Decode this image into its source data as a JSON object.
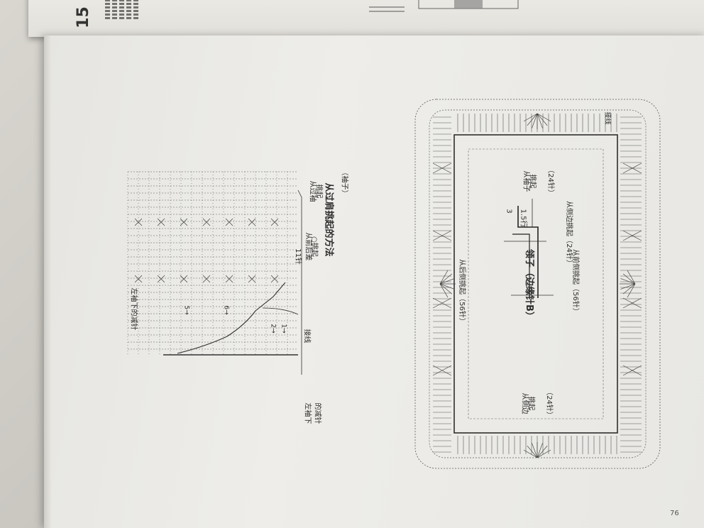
{
  "top_page": {
    "number": "15"
  },
  "sleeve": {
    "title": "左袖下的减针",
    "left_label_line1": "左袖下",
    "left_label_line2": "的减针",
    "join_label": "接线",
    "stitch_count": "11针",
    "pickup_back_line1": "从前后差",
    "pickup_back_line2": "○挑起",
    "pickup_shoulder_line1": "从过袖",
    "pickup_shoulder_line2": "挑起",
    "row_mark_a": "2→",
    "row_mark_b": "1→",
    "row_mark_c": "5→",
    "row_mark_d": "6→"
  },
  "method": {
    "title": "从过肩挑起的方法",
    "note": "（袖子）"
  },
  "collar": {
    "title": "领子（边缘针B）",
    "back_pickup": "从后侧挑起（56针）",
    "front_pickup": "从前侧挑起（56针）",
    "side_pickup_a_line1": "从侧边",
    "side_pickup_a_line2": "挑起",
    "side_pickup_a_line3": "（24针）",
    "side_pickup_b": "从侧边挑起（24针）",
    "sleeve_pickup_line1": "从袖子",
    "sleeve_pickup_line2": "挑起",
    "sleeve_pickup_line3": "（24针）",
    "rows_line1": "3",
    "rows_line2": "1.5行",
    "right_small": "接线"
  },
  "footer": {
    "page_number": "76"
  }
}
